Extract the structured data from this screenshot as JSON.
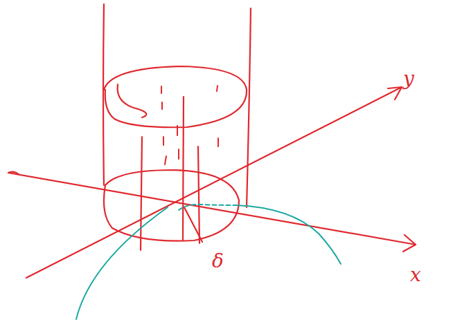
{
  "diagram": {
    "labels": [
      "y",
      "x",
      "δ"
    ]
  }
}
